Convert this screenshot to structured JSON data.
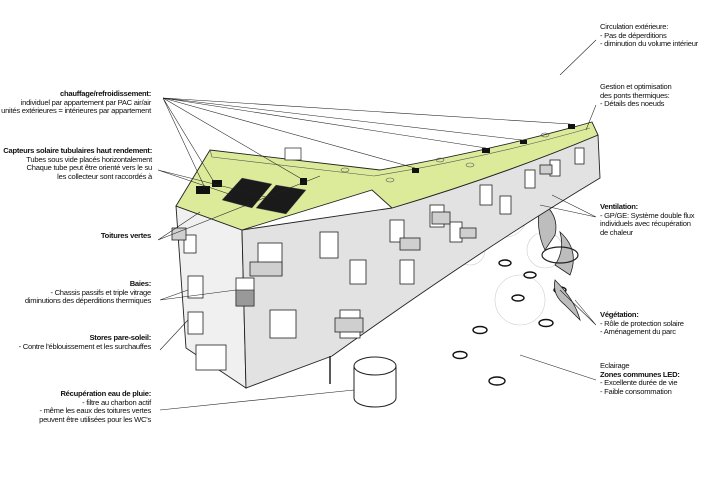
{
  "left_annotations": [
    {
      "title": "chauffage/refroidissement:",
      "lines": [
        "individuel par appartement par PAC air/air",
        "unités extérieures = intérieures par appartement"
      ]
    },
    {
      "title": "Capteurs solaire tubulaires haut rendement:",
      "lines": [
        "Tubes sous vide placés horizontalement",
        "Chaque tube peut être orienté vers le su",
        "les collecteur sont raccordés à"
      ]
    },
    {
      "title": "Toitures vertes",
      "lines": []
    },
    {
      "title": "Baies:",
      "lines": [
        "- Chassis passifs et triple vitrage",
        "diminutions des déperditions thermiques"
      ]
    },
    {
      "title": "Stores pare-soleil:",
      "lines": [
        "- Contre l'éblouissement et les surchauffes"
      ]
    },
    {
      "title": "Récupération eau de pluie:",
      "lines": [
        "- filtre au charbon actif",
        "- même les eaux des toitures vertes",
        "peuvent être utilisées pour les WC's"
      ]
    }
  ],
  "right_annotations": [
    {
      "title": "Circulation extérieure:",
      "lines": [
        "- Pas de déperditions",
        "- diminution du volume intérieur"
      ]
    },
    {
      "title": "Gestion et optimisation",
      "title2": " des ponts thermiques:",
      "lines": [
        "- Détails des noeuds"
      ]
    },
    {
      "title": "Ventilation:",
      "lines": [
        "- GP/GE: Système double flux",
        " individuels avec récupération",
        "de chaleur"
      ]
    },
    {
      "title": "Végétation:",
      "lines": [
        "- Rôle de protection solaire",
        "- Aménagement du parc"
      ]
    },
    {
      "title": "Eclairage",
      "title2": "Zones communes LED:",
      "lines": [
        "- Excellente durée de vie",
        "- Faible consommation"
      ]
    }
  ],
  "colors": {
    "roof_green": "#dbeb9a",
    "facade": "#e4e4e4",
    "line": "#222222"
  }
}
